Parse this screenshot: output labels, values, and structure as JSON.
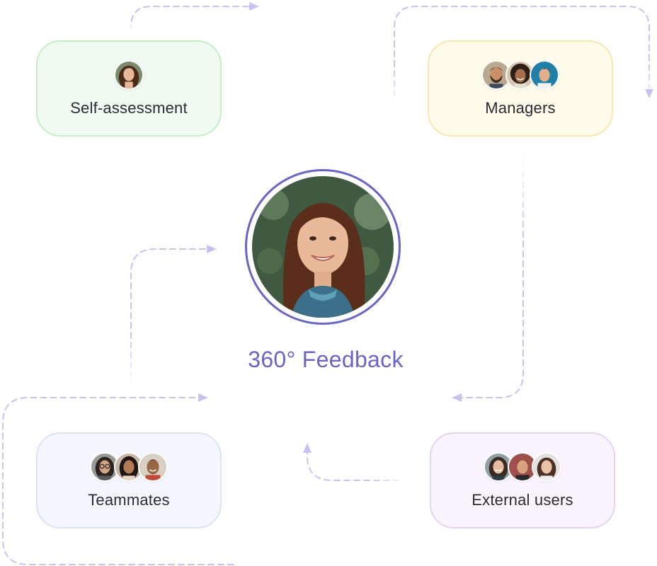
{
  "center": {
    "title": "360° Feedback",
    "portrait_icon": "portrait-woman-long-brown-hair",
    "accent_color": "#6a64c4"
  },
  "cards": {
    "self": {
      "label": "Self-assessment",
      "avatars": [
        "avatar-woman-brown-hair"
      ],
      "background": "#effbf0",
      "border": "#c6ecc8"
    },
    "managers": {
      "label": "Managers",
      "avatars": [
        "avatar-man-beard",
        "avatar-woman-curly-hair",
        "avatar-man-short-hair"
      ],
      "background": "#fffbea",
      "border": "#f7e7b0"
    },
    "teammates": {
      "label": "Teammates",
      "avatars": [
        "avatar-woman-glasses",
        "avatar-woman-dark-hair",
        "avatar-man-smiling"
      ],
      "background": "#f4f7ff",
      "border": "#dbe3f3"
    },
    "external": {
      "label": "External users",
      "avatars": [
        "avatar-woman-smiling",
        "avatar-man-dark-hair",
        "avatar-woman-long-hair"
      ],
      "background": "#faf4ff",
      "border": "#e4d4f3"
    }
  },
  "connector_color": "#c9c2ee"
}
